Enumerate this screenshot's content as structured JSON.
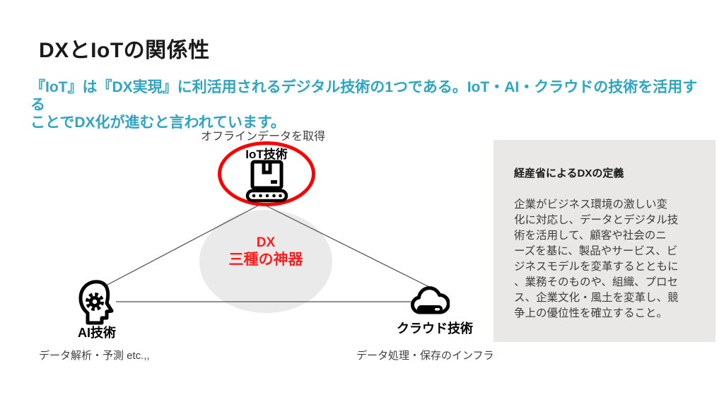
{
  "slide": {
    "title": "DXとIoTの関係性",
    "subtitle": "『IoT』は『DX実現』に利活用されるデジタル技術の1つである。IoT・AI・クラウドの技術を活用する\nことでDX化が進むと言われています。"
  },
  "diagram": {
    "iot": {
      "caption": "オフラインデータを取得",
      "label": "IoT技術",
      "icon": "package-conveyor-icon",
      "highlight_color": "#FF0000"
    },
    "center": {
      "line1": "DX",
      "line2": "三種の神器",
      "text_color": "#FF1E1E",
      "circle_color": "#EAEAEA"
    },
    "ai": {
      "label": "AI技術",
      "note": "データ解析・予測 etc.,,",
      "icon": "head-gear-icon"
    },
    "cloud": {
      "label": "クラウド技術",
      "note": "データ処理・保存のインフラ",
      "icon": "cloud-storage-icon"
    }
  },
  "definition_box": {
    "heading": "経産省によるDXの定義",
    "body": "企業がビジネス環境の激しい変\n化に対応し、データとデジタル技\n術を活用して、顧客や社会のニ\nーズを基に、製品やサービス、ビ\nジネスモデルを変革するとともに\n、業務そのものや、組織、プロセ\nス、企業文化・風土を変革し、競\n争上の優位性を確立すること。",
    "panel_color": "#E9E8E6"
  },
  "colors": {
    "accent_blue": "#2DA5C3",
    "accent_red": "#FF0000",
    "line_gray": "#4d4d4d"
  }
}
